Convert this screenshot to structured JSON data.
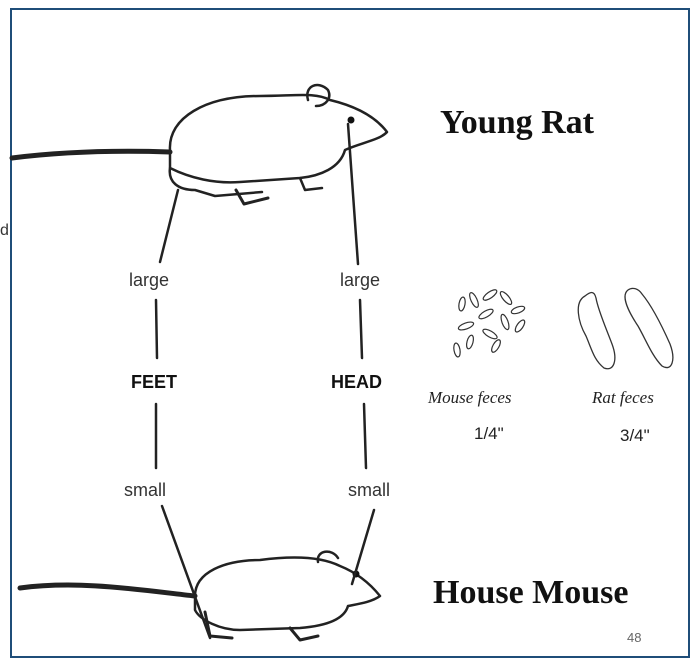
{
  "edge_text": "d",
  "young_rat": {
    "title": "Young Rat"
  },
  "house_mouse": {
    "title": "House Mouse"
  },
  "feet": {
    "top": "large",
    "middle": "FEET",
    "bottom": "small"
  },
  "head": {
    "top": "large",
    "middle": "HEAD",
    "bottom": "small"
  },
  "mouse_feces": {
    "caption": "Mouse feces",
    "size": "1/4\""
  },
  "rat_feces": {
    "caption": "Rat feces",
    "size": "3/4\""
  },
  "page_number": "48"
}
